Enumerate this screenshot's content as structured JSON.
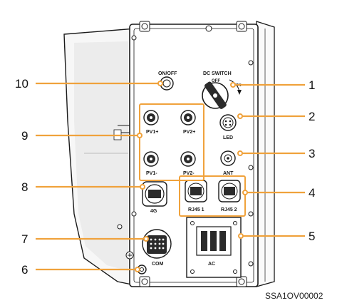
{
  "panel": {
    "dc_switch_title": "DC SWITCH",
    "dc_switch_off": "OFF",
    "dc_switch_on": "ON",
    "onoff_label": "ON/OFF",
    "led_label": "LED",
    "ant_label": "ANT",
    "fourg_label": "4G",
    "com_label": "COM",
    "ac_label": "AC"
  },
  "pv_ports": [
    {
      "label": "PV1+"
    },
    {
      "label": "PV2+"
    },
    {
      "label": "PV1-"
    },
    {
      "label": "PV2-"
    }
  ],
  "rj45_ports": [
    {
      "label": "RJ45 1"
    },
    {
      "label": "RJ45 2"
    }
  ],
  "callouts": [
    "1",
    "2",
    "3",
    "4",
    "5",
    "6",
    "7",
    "8",
    "9",
    "10"
  ],
  "figure_code": "SSA1OV00002",
  "colors": {
    "accent": "#f0a23c",
    "body_fill": "#ffffff",
    "outline": "#1a1a1a",
    "side_shadow": "#eeeeee"
  }
}
